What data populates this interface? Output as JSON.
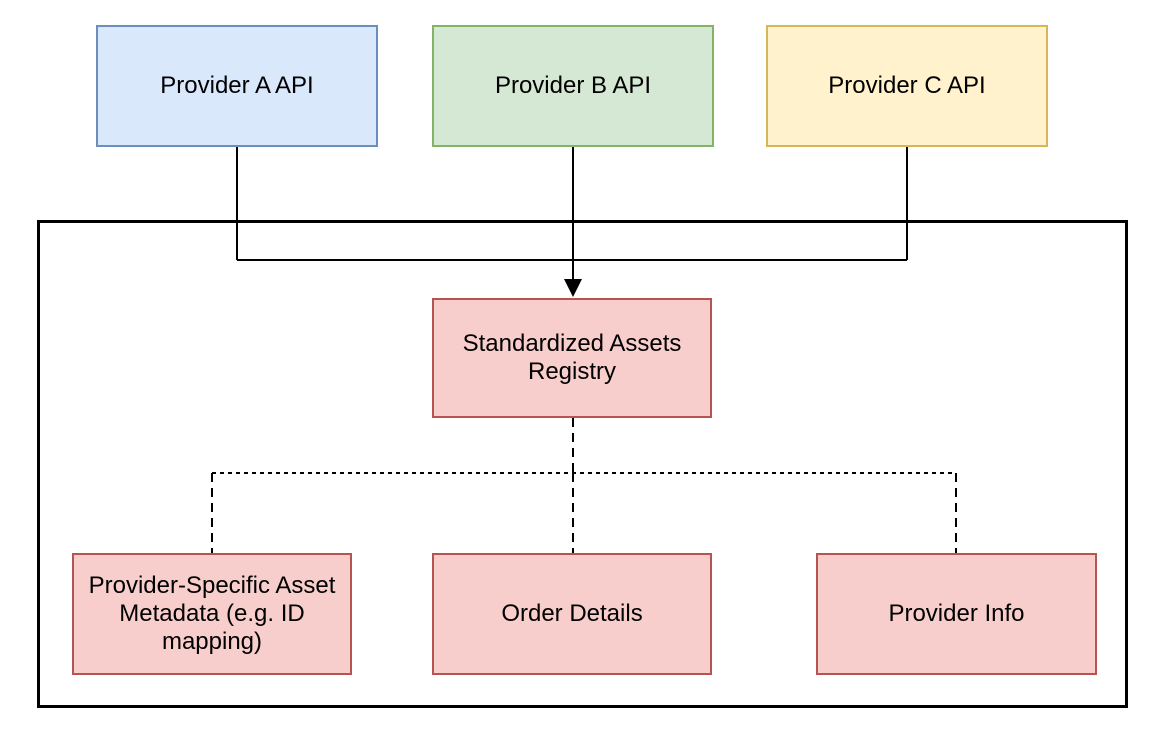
{
  "diagram": {
    "providers": [
      {
        "label": "Provider A API",
        "fill": "#dae8fc",
        "stroke": "#6c8ebf"
      },
      {
        "label": "Provider B API",
        "fill": "#d5e8d4",
        "stroke": "#82b366"
      },
      {
        "label": "Provider C API",
        "fill": "#fff2cc",
        "stroke": "#d6b656"
      }
    ],
    "registry": {
      "label": "Standardized Assets Registry",
      "fill": "#f8cecc",
      "stroke": "#b85450"
    },
    "children": [
      {
        "label": "Provider-Specific Asset Metadata (e.g. ID mapping)",
        "fill": "#f8cecc",
        "stroke": "#b85450"
      },
      {
        "label": "Order Details",
        "fill": "#f8cecc",
        "stroke": "#b85450"
      },
      {
        "label": "Provider Info",
        "fill": "#f8cecc",
        "stroke": "#b85450"
      }
    ],
    "edges": [
      {
        "from": "Provider A API",
        "to": "Standardized Assets Registry",
        "style": "solid-arrow"
      },
      {
        "from": "Provider B API",
        "to": "Standardized Assets Registry",
        "style": "solid-arrow"
      },
      {
        "from": "Provider C API",
        "to": "Standardized Assets Registry",
        "style": "solid-arrow"
      },
      {
        "from": "Standardized Assets Registry",
        "to": "Provider-Specific Asset Metadata (e.g. ID mapping)",
        "style": "dashed"
      },
      {
        "from": "Standardized Assets Registry",
        "to": "Order Details",
        "style": "dashed"
      },
      {
        "from": "Standardized Assets Registry",
        "to": "Provider Info",
        "style": "dashed"
      }
    ],
    "line_color": "#000000",
    "background": "#ffffff"
  }
}
